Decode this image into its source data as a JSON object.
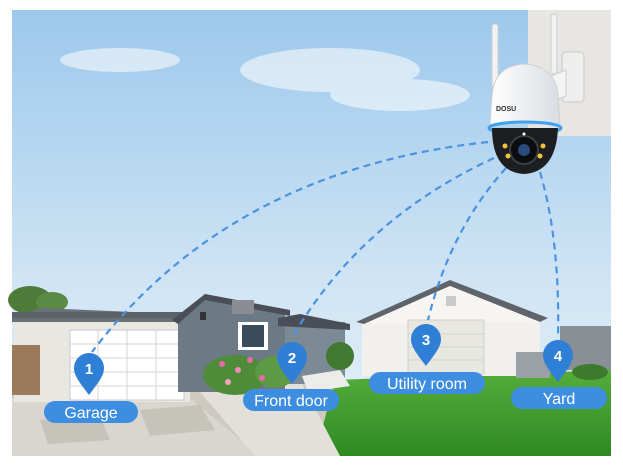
{
  "camera": {
    "brand_label": "DOSU"
  },
  "locations": [
    {
      "number": "1",
      "label": "Garage"
    },
    {
      "number": "2",
      "label": "Front door"
    },
    {
      "number": "3",
      "label": "Utility room"
    },
    {
      "number": "4",
      "label": "Yard"
    }
  ],
  "colors": {
    "pin_blue": "#2f7fd6",
    "pill_blue": "#3d8de0",
    "signal_dash": "#4a93e0",
    "sky_top": "#a9cfee",
    "sky_bottom": "#e4f0f8",
    "lawn": "#3f9a2f"
  }
}
